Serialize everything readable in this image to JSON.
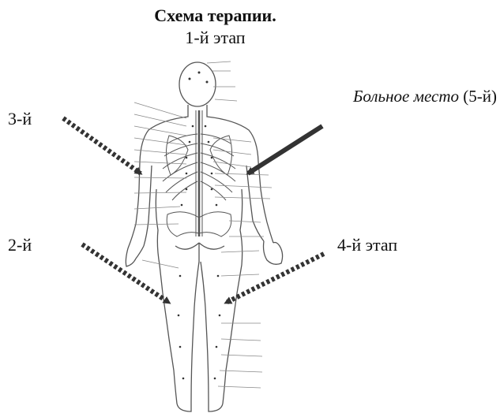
{
  "diagram": {
    "title": "Схема терапии.",
    "subtitle": "1-й этап",
    "pain_place_label": "Больное место",
    "pain_place_step": "(5-й)",
    "stage_3_label": "3-й",
    "stage_2_label": "2-й",
    "stage_4_label": "4-й этап"
  },
  "colors": {
    "ink": "#111111",
    "arrow": "#333333",
    "figure": "#555555",
    "point": "#333333"
  }
}
